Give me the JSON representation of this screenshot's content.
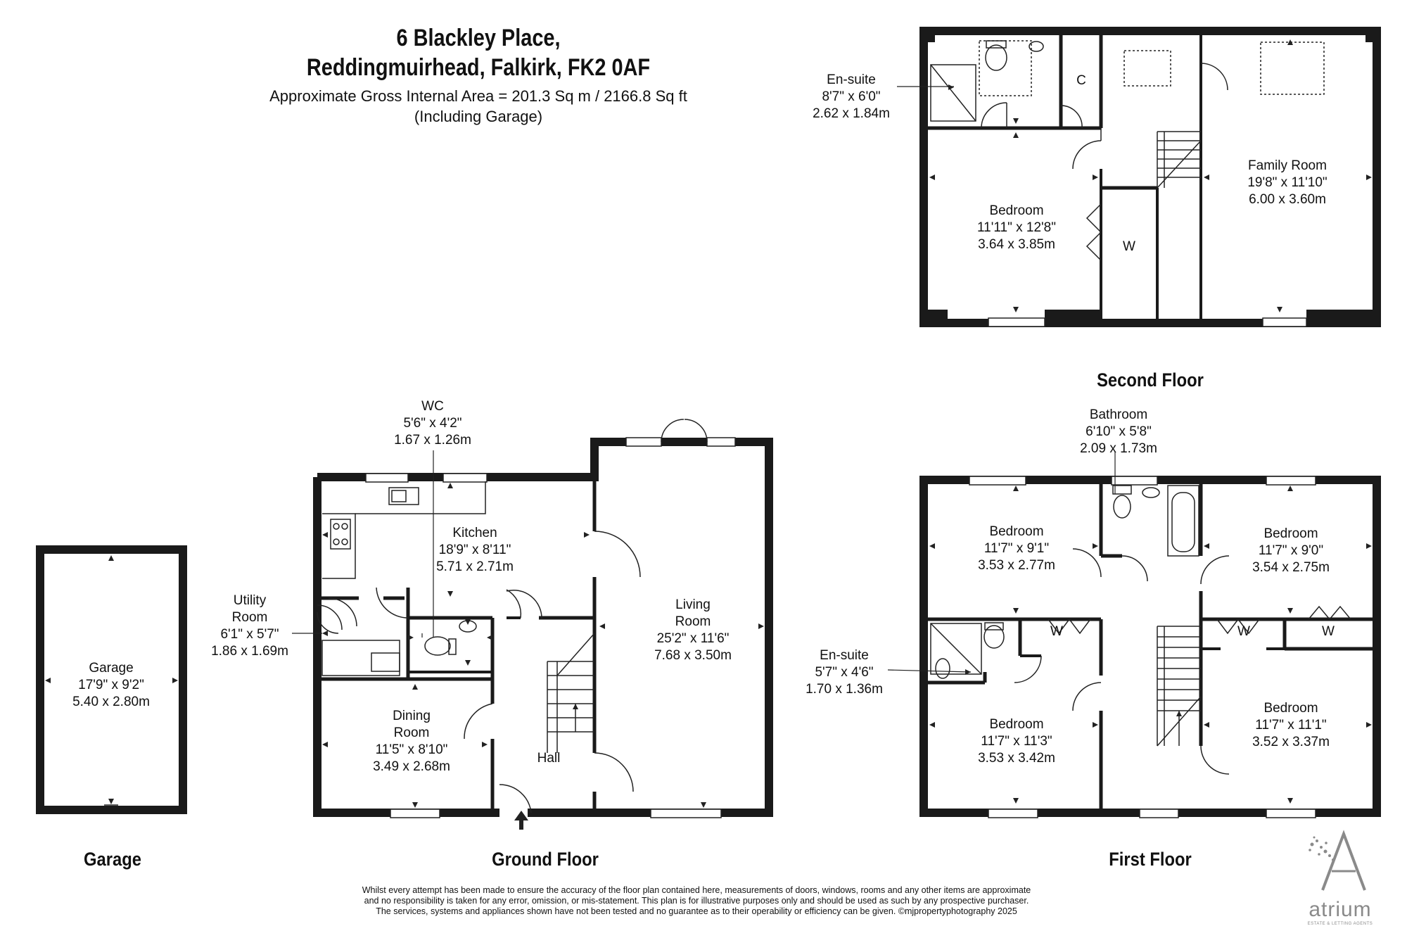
{
  "header": {
    "line1": "6 Blackley Place,",
    "line2": "Reddingmuirhead, Falkirk, FK2 0AF",
    "area": "Approximate Gross Internal Area = 201.3 Sq m / 2166.8 Sq ft",
    "note": "(Including Garage)"
  },
  "floors": {
    "second": "Second Floor",
    "first": "First Floor",
    "ground": "Ground Floor",
    "garage": "Garage"
  },
  "rooms": {
    "second_ensuite": [
      "En-suite",
      "8'7\" x 6'0\"",
      "2.62 x 1.84m"
    ],
    "second_bedroom": [
      "Bedroom",
      "11'11\" x 12'8\"",
      "3.64 x 3.85m"
    ],
    "family_room": [
      "Family Room",
      "19'8\" x 11'10\"",
      "6.00 x 3.60m"
    ],
    "bathroom": [
      "Bathroom",
      "6'10\" x 5'8\"",
      "2.09 x 1.73m"
    ],
    "first_bedroom_1": [
      "Bedroom",
      "11'7\" x 9'1\"",
      "3.53 x 2.77m"
    ],
    "first_bedroom_2": [
      "Bedroom",
      "11'7\" x 9'0\"",
      "3.54 x 2.75m"
    ],
    "first_bedroom_3": [
      "Bedroom",
      "11'7\" x 11'3\"",
      "3.53 x 3.42m"
    ],
    "first_bedroom_4": [
      "Bedroom",
      "11'7\" x 11'1\"",
      "3.52 x 3.37m"
    ],
    "first_ensuite": [
      "En-suite",
      "5'7\" x 4'6\"",
      "1.70 x 1.36m"
    ],
    "wc": [
      "WC",
      "5'6\" x 4'2\"",
      "1.67 x 1.26m"
    ],
    "kitchen": [
      "Kitchen",
      "18'9\" x 8'11\"",
      "5.71 x 2.71m"
    ],
    "living_room": [
      "Living",
      "Room",
      "25'2\" x 11'6\"",
      "7.68 x 3.50m"
    ],
    "utility_room": [
      "Utility",
      "Room",
      "6'1\" x 5'7\"",
      "1.86 x 1.69m"
    ],
    "dining_room": [
      "Dining",
      "Room",
      "11'5\" x 8'10\"",
      "3.49 x 2.68m"
    ],
    "hall": "Hall",
    "garage": [
      "Garage",
      "17'9\" x 9'2\"",
      "5.40 x 2.80m"
    ]
  },
  "labels": {
    "cupboard": "C",
    "wardrobe": "W"
  },
  "disclaimer": [
    "Whilst every attempt has been made to ensure the accuracy of the floor plan contained here, measurements of doors, windows, rooms and any other items are approximate",
    "and no responsibility is taken for any error, omission, or mis-statement. This plan is for illustrative purposes only and should be used as such by any prospective purchaser.",
    "The services, systems and appliances shown have not been tested and no guarantee as to their operability or efficiency can be given. ©mjpropertyphotography 2025"
  ],
  "logo": {
    "name": "atrium",
    "tagline": "ESTATE & LETTING AGENTS",
    "color": "#8a8a8a"
  },
  "colors": {
    "wall": "#1a1a1a",
    "line": "#222222",
    "background": "#ffffff"
  }
}
